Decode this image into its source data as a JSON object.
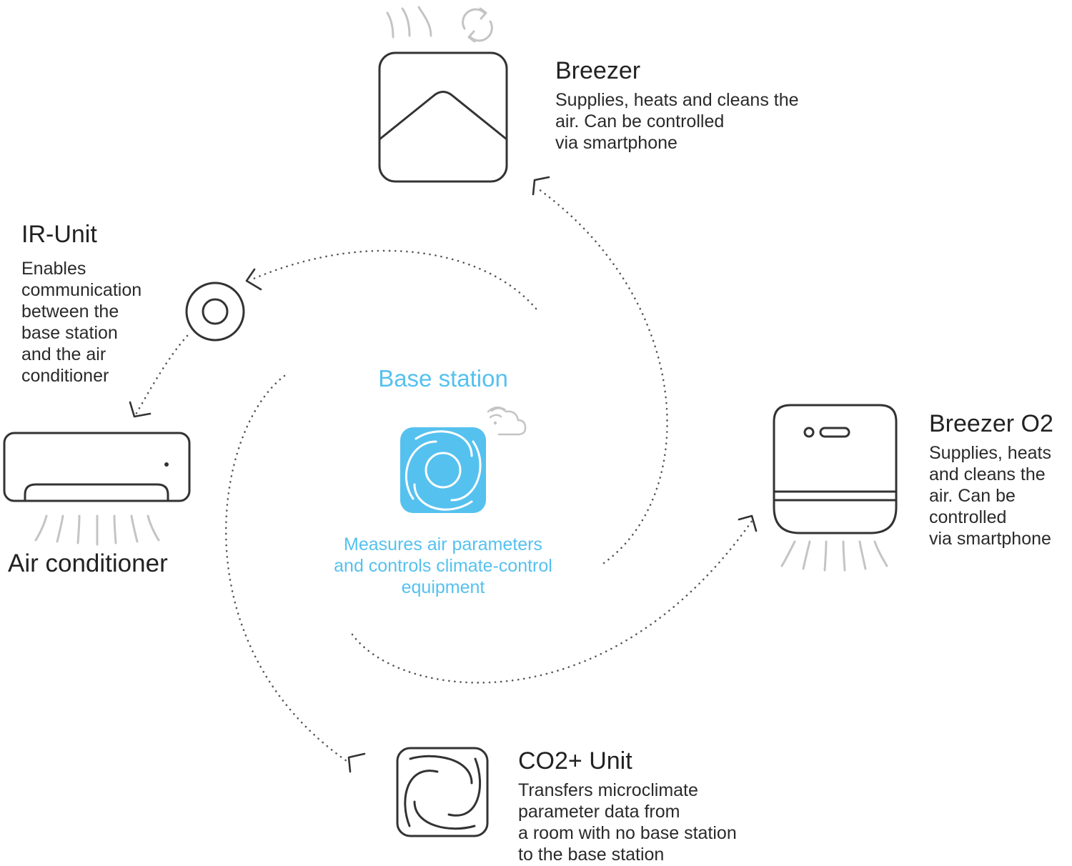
{
  "colors": {
    "accent": "#55c1ef",
    "stroke": "#333333",
    "flow": "#555555",
    "airflow": "#c4c4c4"
  },
  "breezer": {
    "title": "Breezer",
    "desc": [
      "Supplies, heats and cleans the",
      "air. Can be controlled",
      "via smartphone"
    ]
  },
  "ir_unit": {
    "title": "IR-Unit",
    "desc": [
      "Enables",
      "communication",
      "between the",
      "base station",
      "and the air",
      "conditioner"
    ]
  },
  "air_conditioner": {
    "title": "Air conditioner"
  },
  "base_station": {
    "title": "Base station",
    "desc": [
      "Measures air parameters",
      "and controls climate-control",
      "equipment"
    ]
  },
  "breezer_o2": {
    "title": "Breezer O2",
    "desc": [
      "Supplies, heats",
      "and cleans the",
      "air. Can be",
      "controlled",
      "via smartphone"
    ]
  },
  "co2_unit": {
    "title": "CO2+ Unit",
    "desc": [
      "Transfers microclimate",
      "parameter data from",
      "a room with no base station",
      "to the base station"
    ]
  }
}
